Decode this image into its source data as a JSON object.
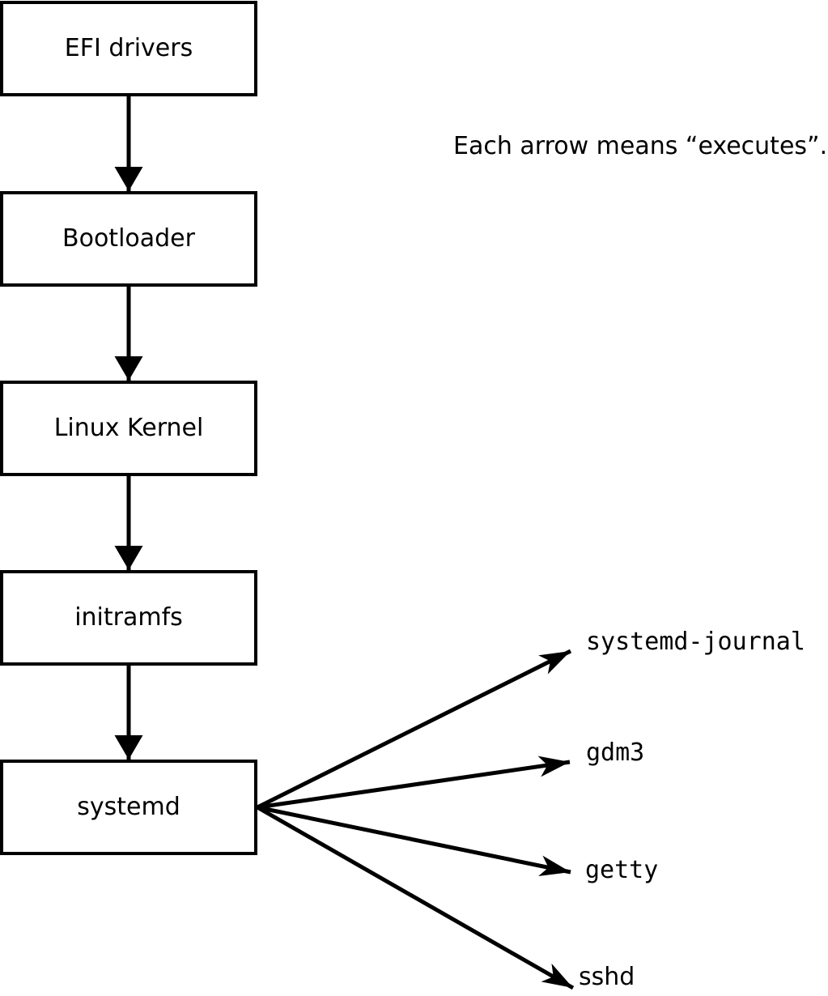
{
  "annotation": "Each arrow means “executes”.",
  "chain": [
    {
      "label": "EFI drivers"
    },
    {
      "label": "Bootloader"
    },
    {
      "label": "Linux Kernel"
    },
    {
      "label": "initramfs"
    },
    {
      "label": "systemd"
    }
  ],
  "targets": [
    {
      "label": "systemd-journal"
    },
    {
      "label": "gdm3"
    },
    {
      "label": "getty"
    },
    {
      "label": "sshd"
    }
  ],
  "colors": {
    "ink": "#000000",
    "background": "#ffffff",
    "box_fill": "#ffffff"
  }
}
